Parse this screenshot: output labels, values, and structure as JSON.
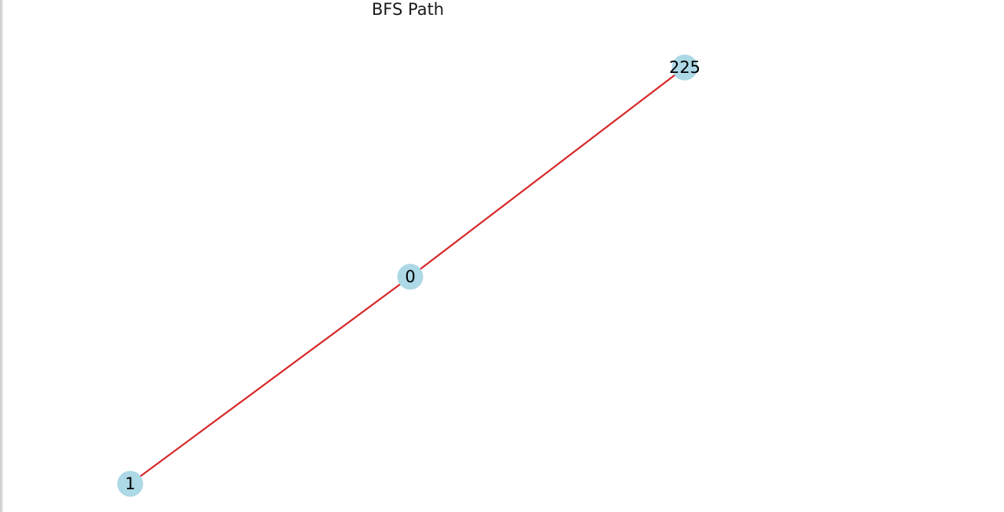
{
  "diagram": {
    "title": "BFS Path",
    "node_color": "#add8e6",
    "edge_color": "#d62728",
    "nodes": [
      {
        "id": "225",
        "label": "225"
      },
      {
        "id": "0",
        "label": "0"
      },
      {
        "id": "1",
        "label": "1"
      }
    ],
    "edges": [
      {
        "from": "225",
        "to": "0"
      },
      {
        "from": "0",
        "to": "1"
      }
    ]
  }
}
